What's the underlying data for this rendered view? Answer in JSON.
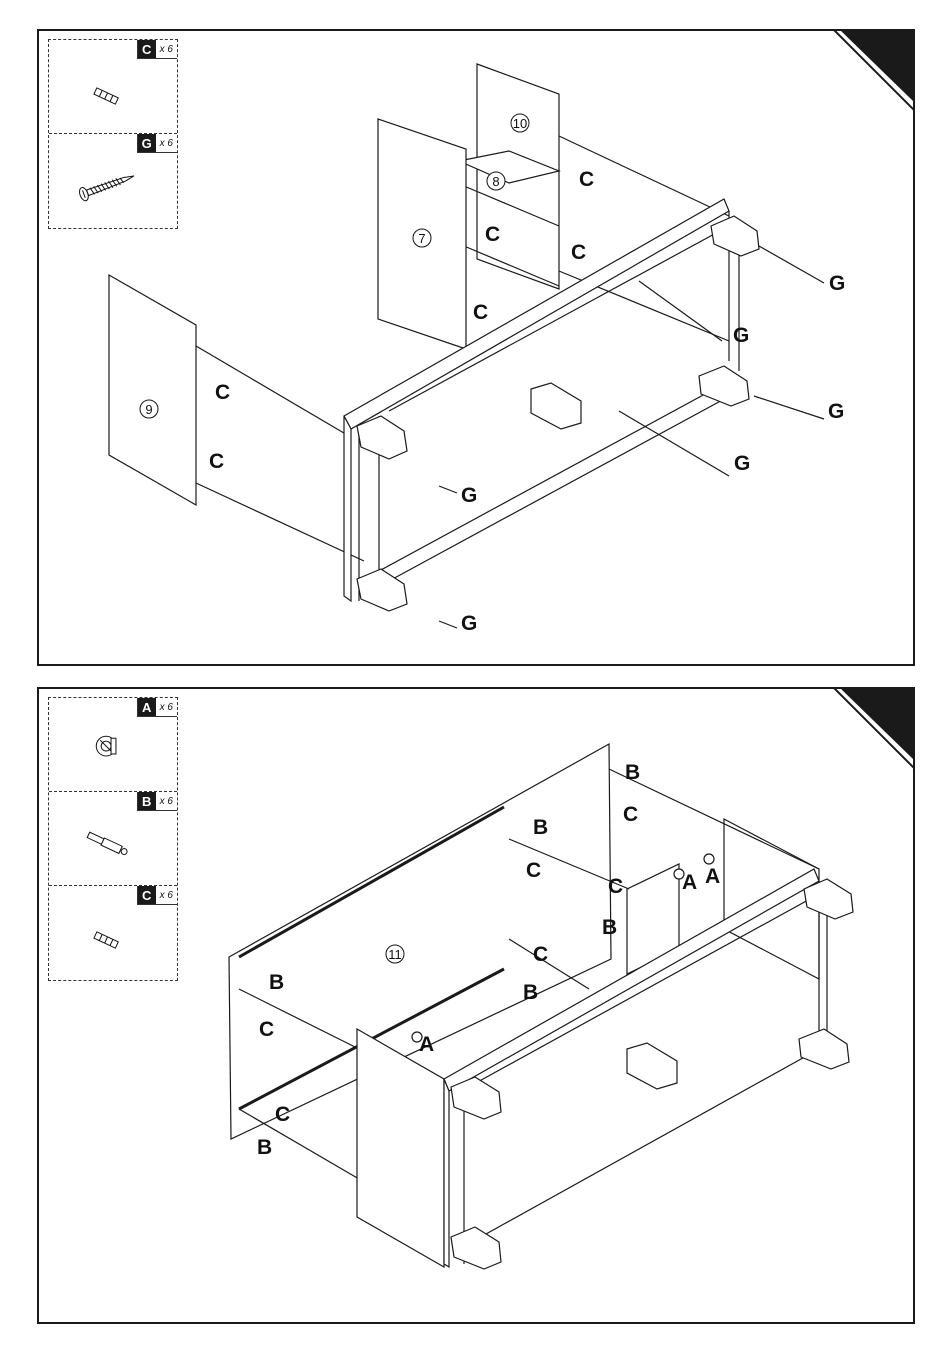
{
  "step1": {
    "parts": [
      {
        "letter": "C",
        "qty": "x 6",
        "icon": "dowel-icon"
      },
      {
        "letter": "G",
        "qty": "x 6",
        "icon": "screw-icon"
      }
    ],
    "panel_numbers": [
      "7",
      "8",
      "9",
      "10"
    ],
    "labels": {
      "c1": "C",
      "c2": "C",
      "c3": "C",
      "c4": "C",
      "c5": "C",
      "c6": "C",
      "g1": "G",
      "g2": "G",
      "g3": "G",
      "g4": "G",
      "g5": "G",
      "g6": "G"
    }
  },
  "step2": {
    "parts": [
      {
        "letter": "A",
        "qty": "x 6",
        "icon": "cam-lock-icon"
      },
      {
        "letter": "B",
        "qty": "x 6",
        "icon": "cam-bolt-icon"
      },
      {
        "letter": "C",
        "qty": "x 6",
        "icon": "dowel-icon"
      }
    ],
    "panel_numbers": [
      "11"
    ],
    "labels": {
      "b1": "B",
      "c1": "C",
      "b2": "B",
      "c2": "C",
      "c3": "C",
      "b3": "B",
      "a1": "A",
      "a2": "A",
      "c4": "C",
      "b4": "B",
      "b5": "B",
      "c5": "C",
      "a3": "A",
      "c6": "C",
      "b6": "B"
    }
  },
  "colors": {
    "line": "#1a1a1a",
    "corner": "#1a1a1a",
    "background": "#ffffff"
  }
}
